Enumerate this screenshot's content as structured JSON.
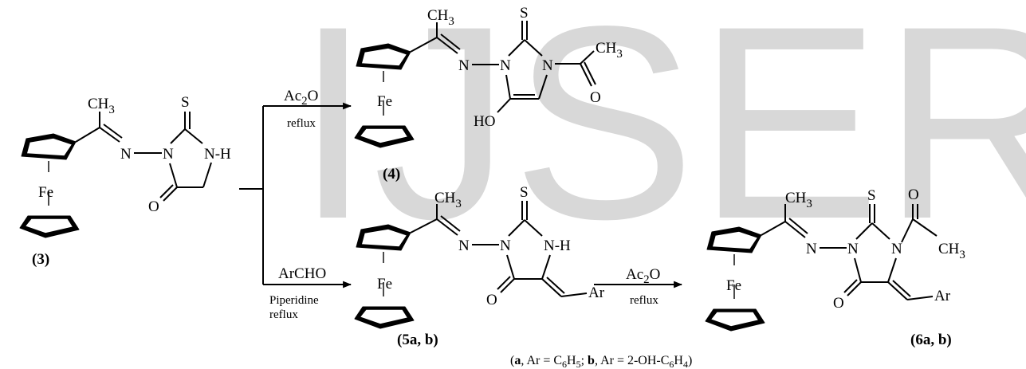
{
  "watermark": "IJSER",
  "labels": {
    "ch3": "CH",
    "sub3": "3",
    "fe": "Fe",
    "s": "S",
    "o": "O",
    "n": "N",
    "nh": "N-H",
    "ho": "HO",
    "ar": "Ar"
  },
  "compounds": {
    "c3": "(3)",
    "c4": "(4)",
    "c5": "(5a, b)",
    "c6": "(6a, b)"
  },
  "reagents": {
    "arrow1_top": "Ac",
    "arrow1_top_sub": "2",
    "arrow1_top_end": "O",
    "arrow1_bottom": "reflux",
    "arrow2_top": "ArCHO",
    "arrow2_bottom1": "Piperidine",
    "arrow2_bottom2": "reflux",
    "arrow3_top": "Ac",
    "arrow3_top_sub": "2",
    "arrow3_top_end": "O",
    "arrow3_bottom": "reflux"
  },
  "footnote": {
    "open": "(",
    "a": "a",
    "a_eq": ", Ar = C",
    "a_sub1": "6",
    "a_mid": "H",
    "a_sub2": "5",
    "sep": "; ",
    "b": "b",
    "b_eq": ", Ar = 2-OH-C",
    "b_sub1": "6",
    "b_mid": "H",
    "b_sub2": "4",
    "close": ")"
  }
}
